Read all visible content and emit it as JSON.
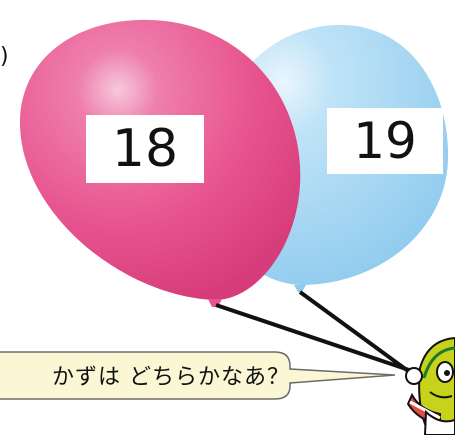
{
  "balloons": [
    {
      "number": "18",
      "color": "#e8548f"
    },
    {
      "number": "19",
      "color": "#a9d8f2"
    }
  ],
  "speech_bubble": {
    "text": "かずは どちらかなあ？"
  },
  "partial_text": ")",
  "character": {
    "icon": "mascot-character-icon"
  }
}
